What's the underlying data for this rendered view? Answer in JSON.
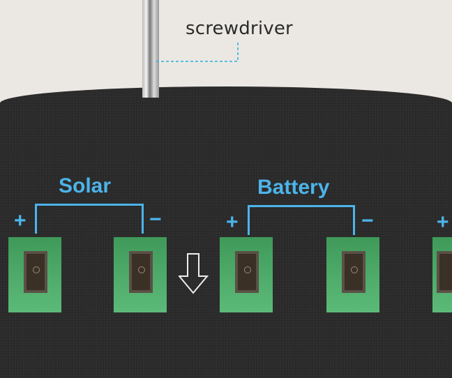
{
  "annotation": {
    "label": "screwdriver",
    "line_color": "#2ab0e0"
  },
  "groups": [
    {
      "label": "Solar",
      "plus": "+",
      "minus": "−"
    },
    {
      "label": "Battery",
      "plus": "+",
      "minus": "−"
    }
  ],
  "extra_plus": "+",
  "accent": "#4cb4ea"
}
